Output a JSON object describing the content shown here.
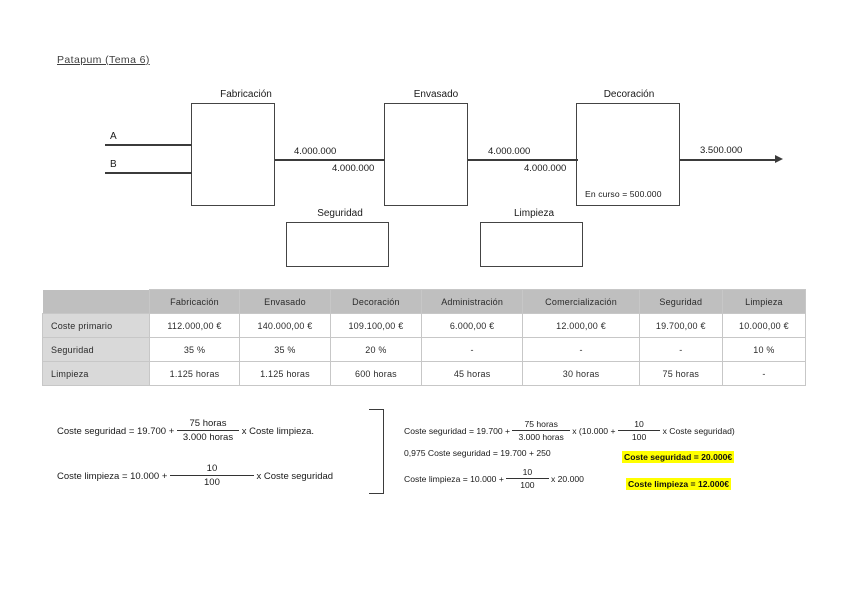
{
  "document": {
    "title": "Patapum (Tema 6)"
  },
  "diagram": {
    "inputs": [
      {
        "label": "A"
      },
      {
        "label": "B"
      }
    ],
    "processes": [
      {
        "key": "fabricacion",
        "label": "Fabricación"
      },
      {
        "key": "envasado",
        "label": "Envasado"
      },
      {
        "key": "decoracion",
        "label": "Decoración",
        "note": "En curso = 500.000"
      },
      {
        "key": "seguridad",
        "label": "Seguridad"
      },
      {
        "key": "limpieza",
        "label": "Limpieza"
      }
    ],
    "flows": [
      {
        "key": "fab-env-top",
        "value": "4.000.000"
      },
      {
        "key": "fab-env-bottom",
        "value": "4.000.000"
      },
      {
        "key": "env-dec-top",
        "value": "4.000.000"
      },
      {
        "key": "env-dec-bottom",
        "value": "4.000.000"
      },
      {
        "key": "dec-out",
        "value": "3.500.000"
      }
    ]
  },
  "table": {
    "columns": [
      "",
      "Fabricación",
      "Envasado",
      "Decoración",
      "Administración",
      "Comercialización",
      "Seguridad",
      "Limpieza"
    ],
    "rows": [
      {
        "label": "Coste primario",
        "cells": [
          "112.000,00 €",
          "140.000,00 €",
          "109.100,00 €",
          "6.000,00 €",
          "12.000,00 €",
          "19.700,00 €",
          "10.000,00 €"
        ]
      },
      {
        "label": "Seguridad",
        "cells": [
          "35 %",
          "35 %",
          "20 %",
          "-",
          "-",
          "-",
          "10 %"
        ]
      },
      {
        "label": "Limpieza",
        "cells": [
          "1.125 horas",
          "1.125 horas",
          "600 horas",
          "45 horas",
          "30 horas",
          "75 horas",
          "-"
        ]
      }
    ]
  },
  "formulas": {
    "left": {
      "eq1": {
        "lead": "Coste seguridad = 19.700  +",
        "num": "75  horas",
        "den": "3.000  horas",
        "tail": "x Coste limpieza."
      },
      "eq2": {
        "lead": "Coste limpieza = 10.000 +",
        "num": "10",
        "den": "100",
        "tail": "x Coste seguridad"
      }
    },
    "right": {
      "eq1": {
        "lead": "Coste seguridad = 19.700 +",
        "num": "75  horas",
        "den": "3.000  horas",
        "mid": "x (10.000 +",
        "num2": "10",
        "den2": "100",
        "tail": "x Coste seguridad)"
      },
      "eq2": {
        "text": "0,975 Coste seguridad = 19.700 + 250",
        "result": "Coste seguridad = 20.000€"
      },
      "eq3": {
        "lead": "Coste limpieza = 10.000 +",
        "num": "10",
        "den": "100",
        "tail": "x 20.000",
        "result": "Coste limpieza = 12.000€"
      }
    }
  },
  "colors": {
    "header_gray": "#bfbfbf",
    "rowlabel_gray": "#d9d9d9",
    "highlight_yellow": "#ffff00",
    "line_dark": "#3b3b3b"
  }
}
